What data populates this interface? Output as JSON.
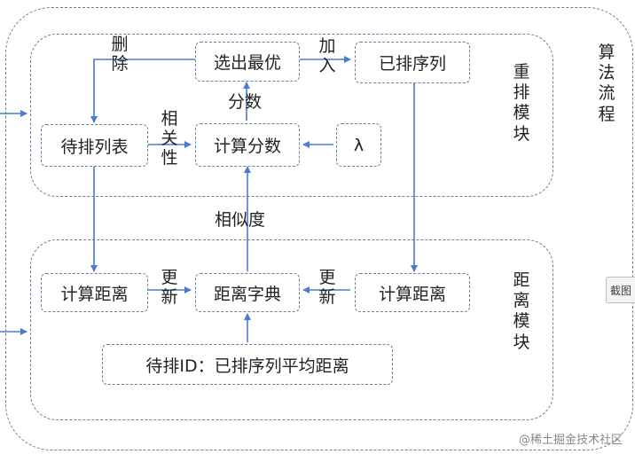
{
  "outer_title": "算法流程",
  "rerank_module": {
    "title": "重排模块",
    "nodes": {
      "select_best": "选出最优",
      "sorted_list": "已排序列",
      "to_rank_list": "待排列表",
      "compute_score": "计算分数",
      "lambda": "λ"
    },
    "edges": {
      "delete": "删除",
      "add": "加入",
      "score": "分数",
      "relevance": "相关性"
    }
  },
  "distance_module": {
    "title": "距离模块",
    "nodes": {
      "compute_distance_left": "计算距离",
      "distance_dict": "距离字典",
      "compute_distance_right": "计算距离",
      "id_avg_distance": "待排ID：已排序列平均距离"
    },
    "edges": {
      "update_left": "更新",
      "update_right": "更新"
    }
  },
  "similarity_label": "相似度",
  "side_button": "截图",
  "watermark": "@稀土掘金技术社区",
  "colors": {
    "arrow": "#4a7bd0",
    "border": "#6a7f9a"
  }
}
